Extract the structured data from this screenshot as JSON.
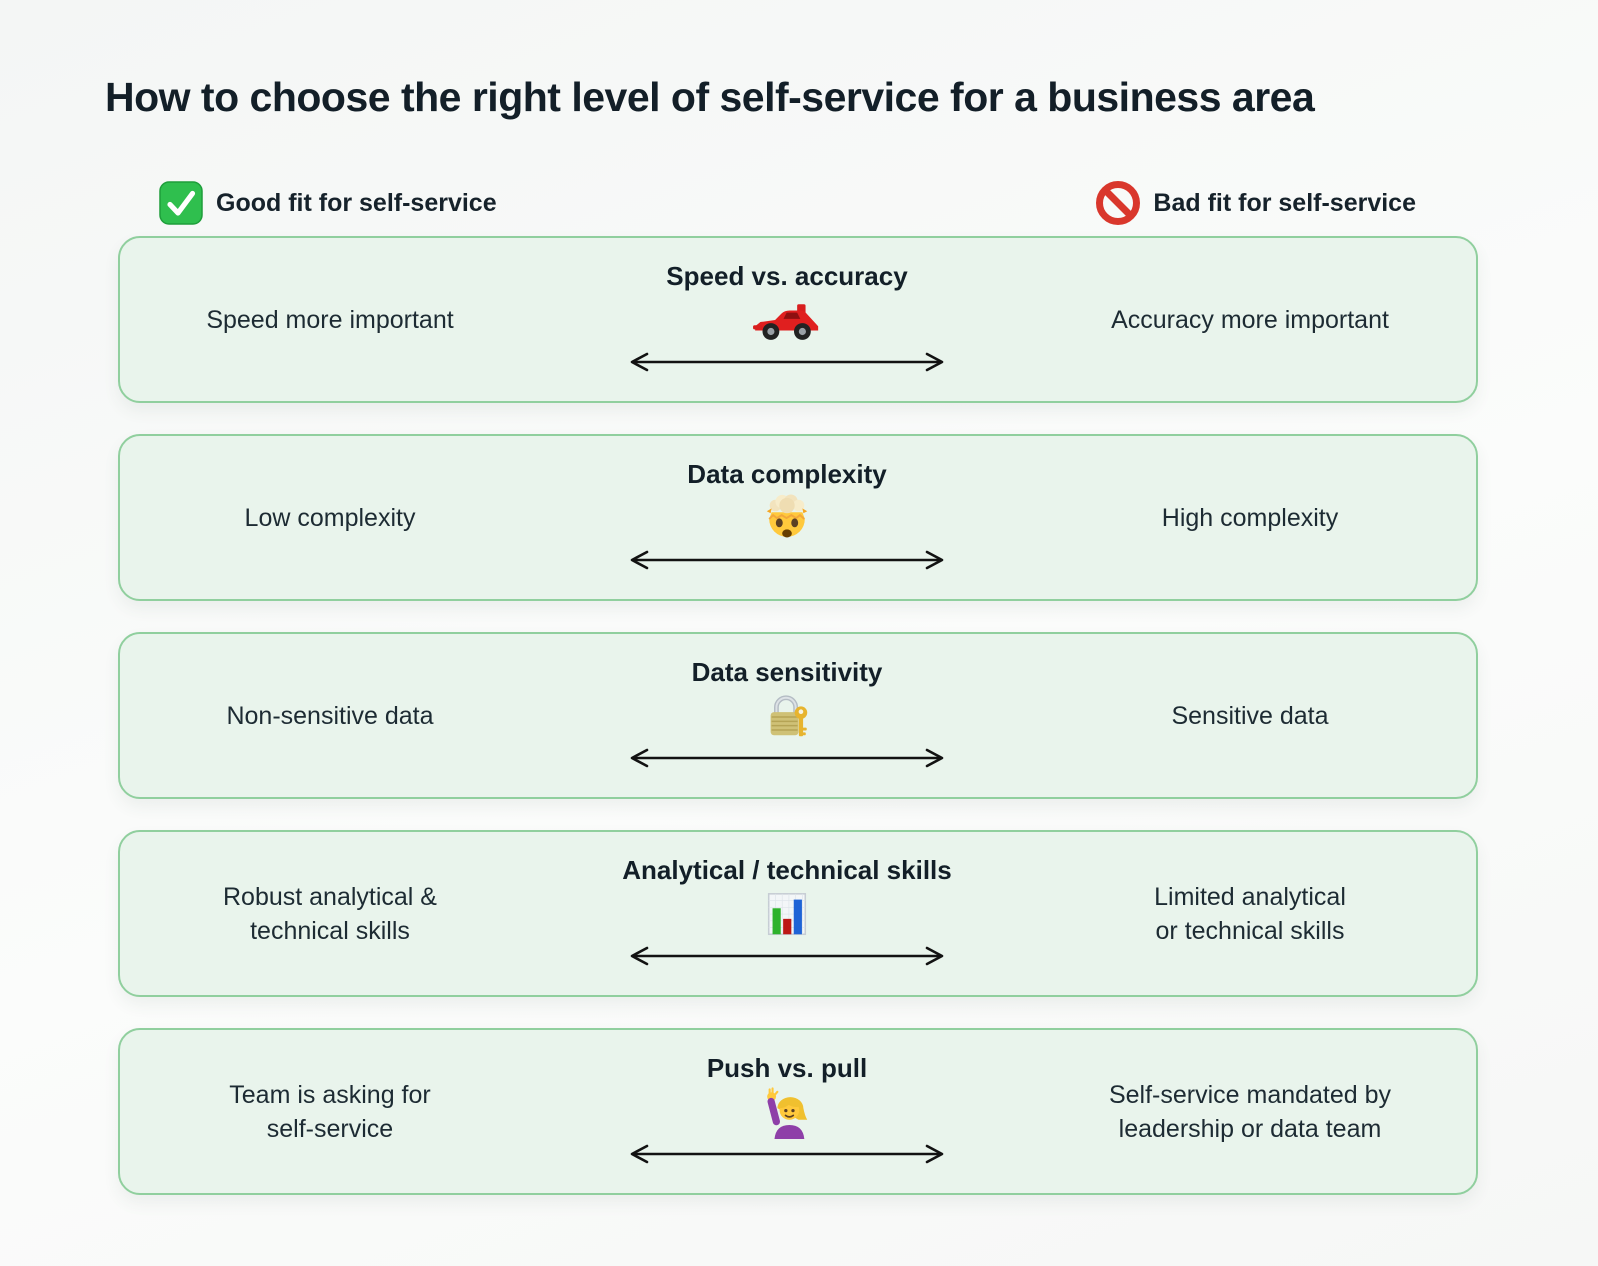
{
  "title": "How to choose the right level of self-service for a business area",
  "legend": {
    "good": {
      "icon": "check-mark",
      "label": "Good fit for self-service"
    },
    "bad": {
      "icon": "prohibited",
      "label": "Bad fit for self-service"
    }
  },
  "rows": [
    {
      "left": "Speed more important",
      "title": "Speed vs. accuracy",
      "icon": "racing-car",
      "right": "Accuracy more important"
    },
    {
      "left": "Low complexity",
      "title": "Data complexity",
      "icon": "exploding-head",
      "right": "High complexity"
    },
    {
      "left": "Non-sensitive data",
      "title": "Data sensitivity",
      "icon": "locked-with-key",
      "right": "Sensitive data"
    },
    {
      "left": "Robust analytical &\ntechnical skills",
      "title": "Analytical / technical skills",
      "icon": "bar-chart",
      "right": "Limited analytical\nor technical skills"
    },
    {
      "left": "Team is asking for\nself-service",
      "title": "Push vs. pull",
      "icon": "person-raising-hand",
      "right": "Self-service mandated by\nleadership or data team"
    }
  ],
  "colors": {
    "card_background": "#e9f4ec",
    "card_border": "#90cf9e",
    "good_accent": "#2bb857",
    "bad_accent": "#d9372c",
    "text": "#1d2b33",
    "page_background": "#f8f9f8"
  }
}
